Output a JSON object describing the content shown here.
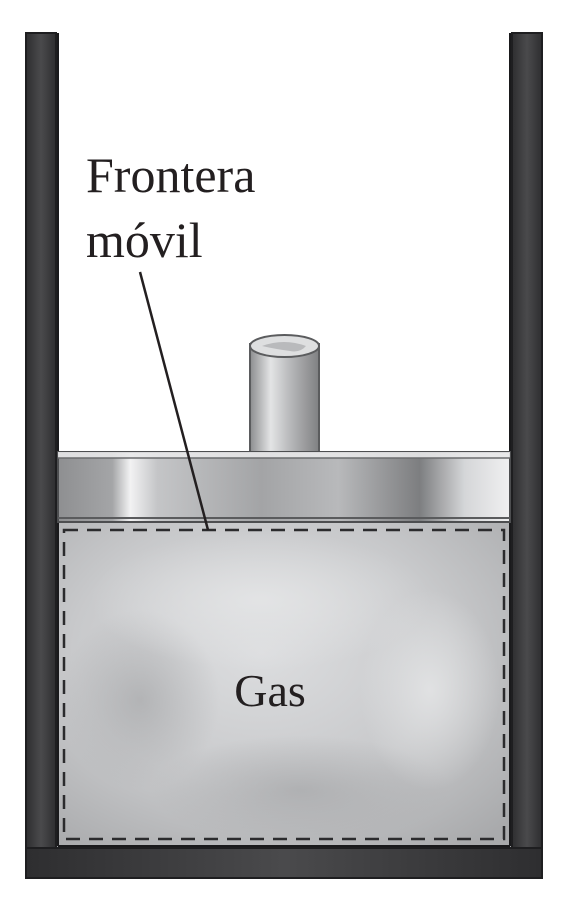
{
  "figure": {
    "labels": {
      "boundary_line1": "Frontera",
      "boundary_line2": "móvil",
      "gas": "Gas"
    },
    "colors": {
      "cylinder_wall": "#3f3f41",
      "cylinder_edge": "#1e1e20",
      "gas_fill": "#c9cacc",
      "piston_dark": "#7b7c7e",
      "piston_light": "#eeeeef",
      "boundary_dash": "#2b2b2d",
      "text": "#231f20"
    }
  }
}
